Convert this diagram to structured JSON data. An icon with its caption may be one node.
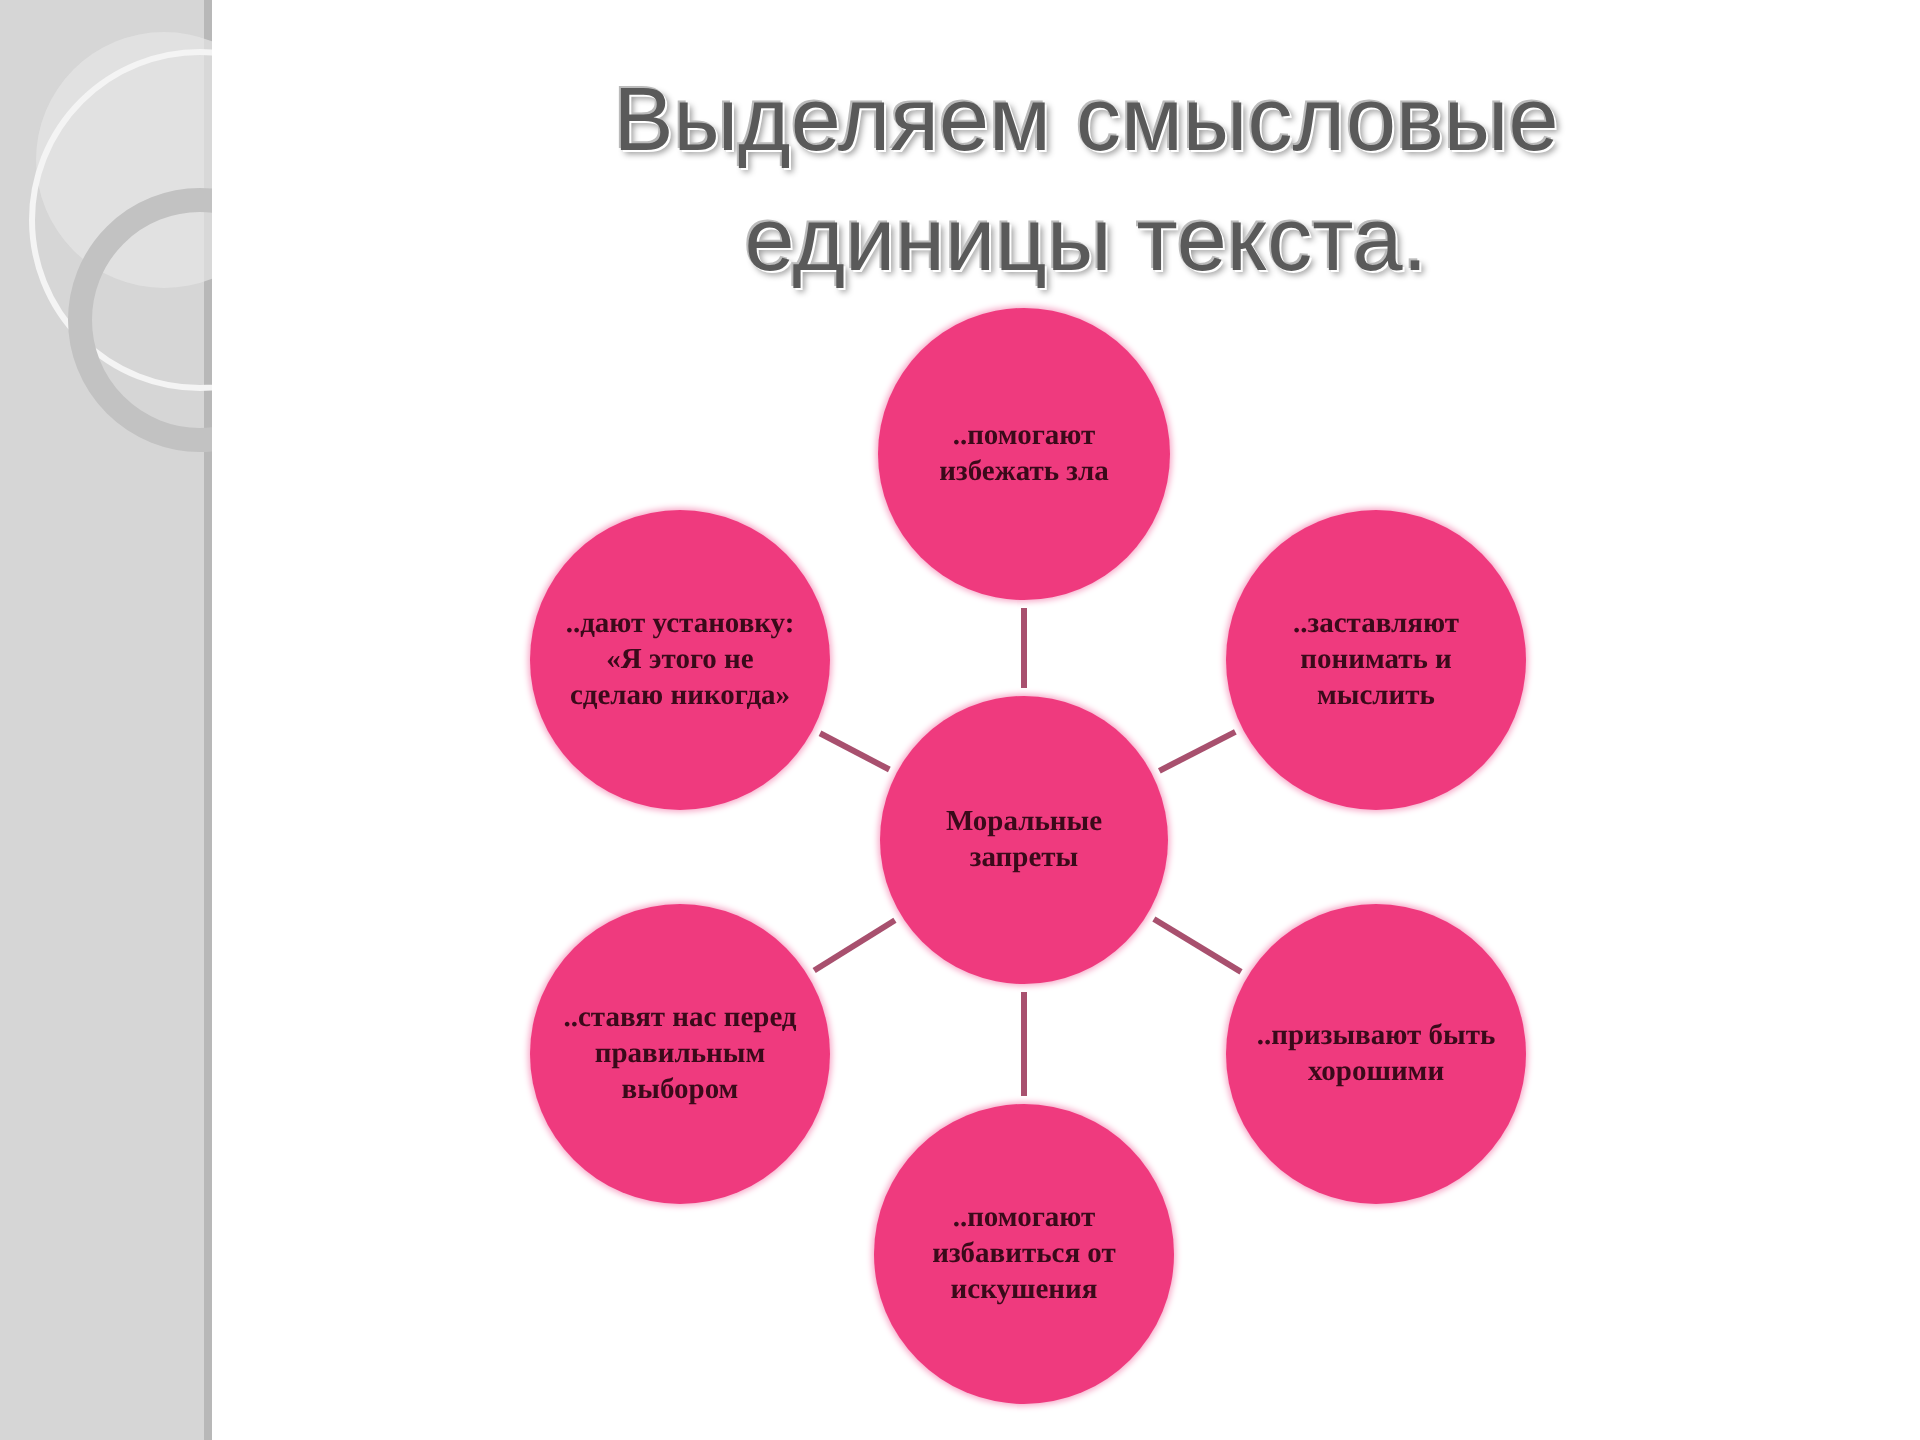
{
  "diagram": {
    "title": "Выделяем смысловые единицы текста.",
    "nodes": [
      {
        "text": [
          "..помогают избежать зла"
        ]
      },
      {
        "text": [
          "..дают установку: «Я этого не сделаю никогда»"
        ]
      },
      {
        "text": [
          "..заставляют понимать и мыслить"
        ]
      },
      {
        "text": [
          "Моральные запреты"
        ]
      },
      {
        "text": [
          "..ставят нас перед правильным выбором"
        ]
      },
      {
        "text": [
          "..призывают быть хорошими"
        ]
      },
      {
        "text": [
          "..помогают избавиться от искушения"
        ]
      }
    ],
    "edges": [
      {
        "from": 3,
        "to": 0,
        "arrow": "none"
      },
      {
        "from": 3,
        "to": 1,
        "arrow": "none"
      },
      {
        "from": 3,
        "to": 2,
        "arrow": "none"
      },
      {
        "from": 3,
        "to": 4,
        "arrow": "none"
      },
      {
        "from": 3,
        "to": 5,
        "arrow": "none"
      },
      {
        "from": 3,
        "to": 6,
        "arrow": "none"
      }
    ]
  }
}
